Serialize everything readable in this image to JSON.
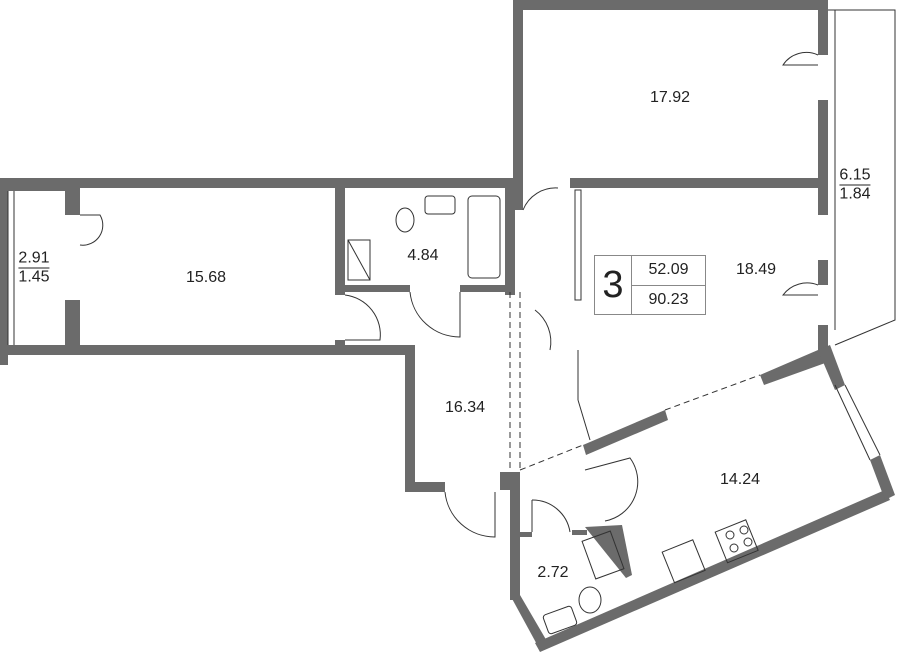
{
  "plan": {
    "rooms": [
      {
        "name": "bedroom-top",
        "area": "17.92"
      },
      {
        "name": "bedroom-left",
        "area": "15.68"
      },
      {
        "name": "bathroom",
        "area": "4.84"
      },
      {
        "name": "bedroom-right",
        "area": "18.49"
      },
      {
        "name": "hallway",
        "area": "16.34"
      },
      {
        "name": "kitchen",
        "area": "14.24"
      },
      {
        "name": "toilet",
        "area": "2.72"
      }
    ],
    "balconies": [
      {
        "name": "balcony-left",
        "area": "2.91",
        "reduced_area": "1.45"
      },
      {
        "name": "balcony-right",
        "area": "6.15",
        "reduced_area": "1.84"
      }
    ],
    "summary": {
      "room_count": "3",
      "living_area": "52.09",
      "total_area": "90.23"
    },
    "colors": {
      "wall": "#6b6b6b",
      "line": "#333333"
    }
  }
}
